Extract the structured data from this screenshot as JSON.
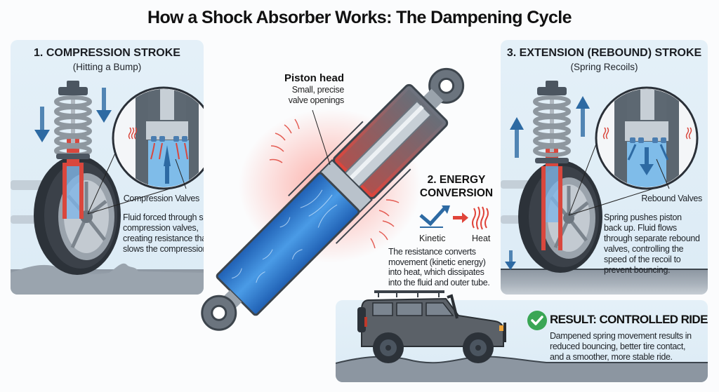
{
  "title": "How a Shock Absorber Works: The Dampening Cycle",
  "panels": {
    "compression": {
      "title": "1. COMPRESSION STROKE",
      "subtitle": "(Hitting a Bump)",
      "callout": "Compression Valves",
      "description": [
        "Fluid forced through small",
        "compression valves,",
        "creating resistance that",
        "slows the compression."
      ]
    },
    "energy": {
      "title_line1": "2. ENERGY",
      "title_line2": "CONVERSION",
      "from_label": "Kinetic",
      "to_label": "Heat",
      "description": [
        "The resistance converts",
        "movement (kinetic energy)",
        "into heat, which dissipates",
        "into the fluid and outer tube."
      ]
    },
    "rebound": {
      "title": "3. EXTENSION (REBOUND) STROKE",
      "subtitle": "(Spring Recoils)",
      "callout": "Rebound Valves",
      "description": [
        "Spring pushes piston",
        "back up. Fluid flows",
        "through separate rebound",
        "valves, controlling the",
        "speed of the recoil to",
        "prevent bouncing."
      ]
    },
    "result": {
      "title": "RESULT: CONTROLLED RIDE",
      "description": [
        "Dampened spring movement results in",
        "reduced bouncing, better tire contact,",
        "and a smoother, more stable ride."
      ]
    }
  },
  "piston_label": {
    "heading": "Piston head",
    "lines": [
      "Small, precise",
      "valve openings"
    ]
  },
  "colors": {
    "fluid_blue": "#2f7fd6",
    "heat_red": "#e0443a",
    "arrow_blue": "#2d6aa3",
    "panel_bg": "#e2eef7",
    "check_green": "#3aa655",
    "metal": "#b9c2cb",
    "dark_metal": "#4b5560"
  }
}
